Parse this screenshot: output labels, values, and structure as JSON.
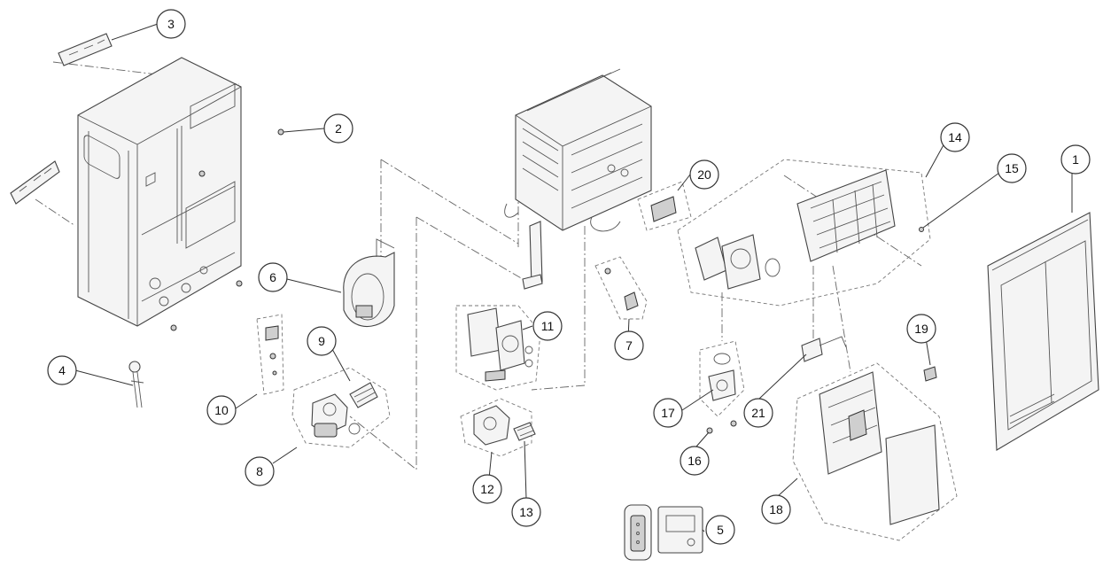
{
  "diagram": {
    "callouts": {
      "c1": "1",
      "c2": "2",
      "c3": "3",
      "c4": "4",
      "c5": "5",
      "c6": "6",
      "c7": "7",
      "c8": "8",
      "c9": "9",
      "c10": "10",
      "c11": "11",
      "c12": "12",
      "c13": "13",
      "c14": "14",
      "c15": "15",
      "c16": "16",
      "c17": "17",
      "c18": "18",
      "c19": "19",
      "c20": "20",
      "c21": "21"
    },
    "colors": {
      "line": "#333333",
      "fill": "#f4f4f4",
      "shade": "#cfcfcf"
    }
  }
}
